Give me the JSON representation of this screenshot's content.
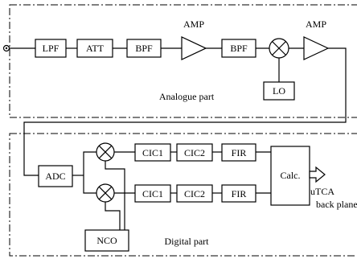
{
  "analogue": {
    "lpf": "LPF",
    "att": "ATT",
    "bpf1": "BPF",
    "amp1": "AMP",
    "bpf2": "BPF",
    "amp2": "AMP",
    "lo": "LO",
    "section_label": "Analogue part"
  },
  "digital": {
    "adc": "ADC",
    "cic1_top": "CIC1",
    "cic2_top": "CIC2",
    "fir_top": "FIR",
    "cic1_bottom": "CIC1",
    "cic2_bottom": "CIC2",
    "fir_bottom": "FIR",
    "calc": "Calc.",
    "nco": "NCO",
    "output_line1": "uTCA",
    "output_line2": "back plane",
    "section_label": "Digital part"
  }
}
